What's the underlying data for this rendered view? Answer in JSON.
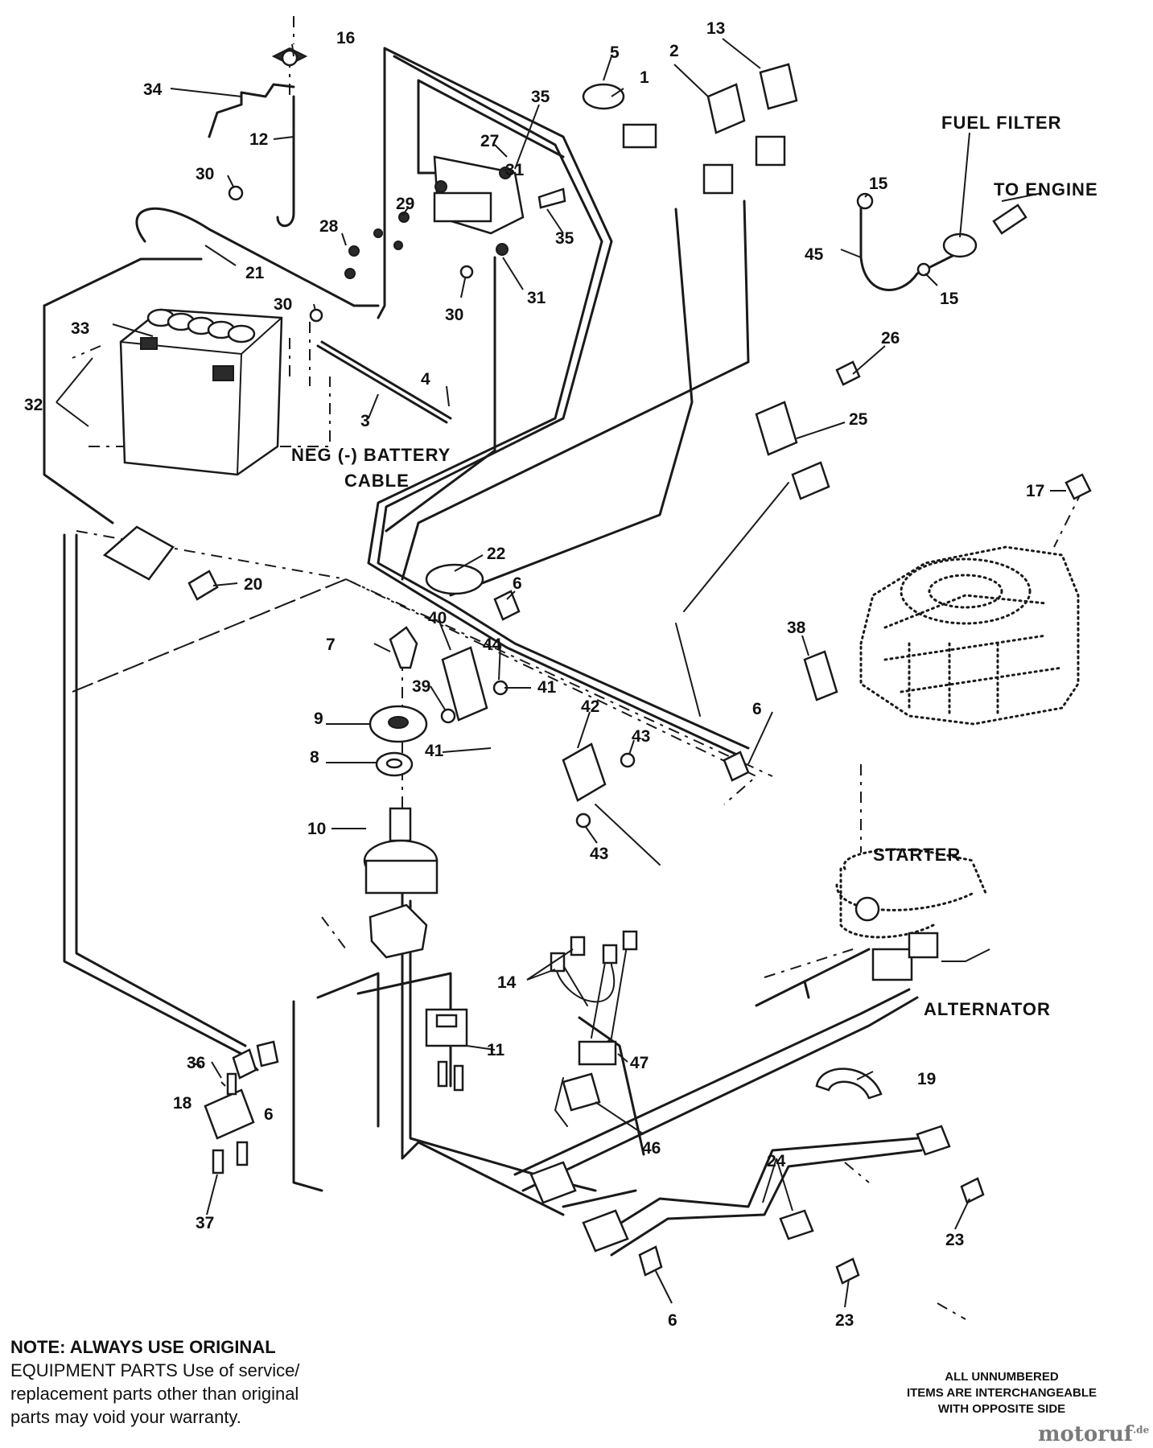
{
  "labels": {
    "fuel_filter": "FUEL FILTER",
    "to_engine": "TO ENGINE",
    "neg_battery_cable_line1": "NEG (-) BATTERY",
    "neg_battery_cable_line2": "CABLE",
    "starter": "STARTER",
    "alternator": "ALTERNATOR"
  },
  "part_numbers": [
    "1",
    "2",
    "3",
    "4",
    "5",
    "6",
    "7",
    "8",
    "9",
    "10",
    "11",
    "12",
    "13",
    "14",
    "15",
    "16",
    "17",
    "18",
    "19",
    "20",
    "21",
    "22",
    "23",
    "24",
    "25",
    "26",
    "27",
    "28",
    "29",
    "30",
    "31",
    "32",
    "33",
    "34",
    "35",
    "36",
    "37",
    "38",
    "39",
    "40",
    "41",
    "42",
    "43",
    "44",
    "45",
    "46",
    "47"
  ],
  "callouts": {
    "p1": "1",
    "p2": "2",
    "p3": "3",
    "p4": "4",
    "p5": "5",
    "p6a": "6",
    "p6b": "6",
    "p6c": "6",
    "p6d": "6",
    "p7": "7",
    "p8": "8",
    "p9": "9",
    "p10": "10",
    "p11": "11",
    "p12": "12",
    "p13": "13",
    "p14": "14",
    "p15a": "15",
    "p15b": "15",
    "p16": "16",
    "p17": "17",
    "p18": "18",
    "p19": "19",
    "p20": "20",
    "p21": "21",
    "p22": "22",
    "p23a": "23",
    "p23b": "23",
    "p24": "24",
    "p25": "25",
    "p26": "26",
    "p27": "27",
    "p28": "28",
    "p29": "29",
    "p30a": "30",
    "p30b": "30",
    "p30c": "30",
    "p31a": "31",
    "p31b": "31",
    "p32": "32",
    "p33": "33",
    "p34": "34",
    "p35a": "35",
    "p35b": "35",
    "p36": "36",
    "p37": "37",
    "p38": "38",
    "p39": "39",
    "p40": "40",
    "p41a": "41",
    "p41b": "41",
    "p42": "42",
    "p43a": "43",
    "p43b": "43",
    "p44": "44",
    "p45": "45",
    "p46": "46",
    "p47": "47"
  },
  "note": {
    "heading": "NOTE:",
    "lines": [
      " ALWAYS USE ORIGINAL",
      "EQUIPMENT PARTS Use of service/",
      "replacement parts other than original",
      "parts may void your warranty."
    ]
  },
  "footnote": {
    "lines": [
      "ALL UNNUMBERED",
      "ITEMS ARE INTERCHANGEABLE",
      "WITH OPPOSITE SIDE"
    ]
  },
  "watermark": {
    "text": "motoruf",
    "tld": ".de"
  }
}
